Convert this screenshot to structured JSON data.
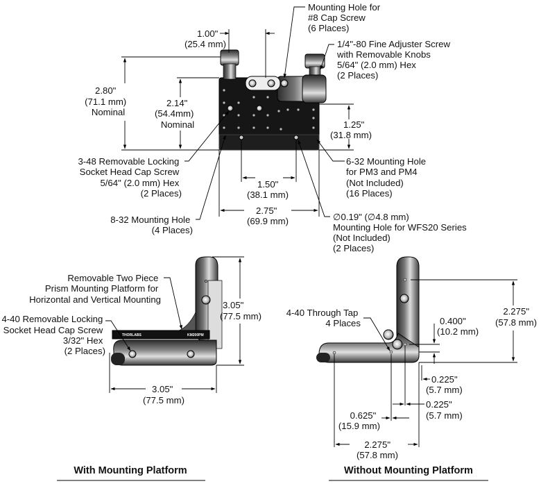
{
  "top_view": {
    "callout_cap_screw": [
      "Mounting Hole for",
      "#8 Cap Screw",
      "(6 Places)"
    ],
    "callout_adjuster": [
      "1/4\"-80 Fine Adjuster Screw",
      "with Removable Knobs",
      "5/64\" (2.0 mm) Hex",
      "(2 Places)"
    ],
    "dim_1_00": [
      "1.00\"",
      "(25.4 mm)"
    ],
    "dim_2_80": [
      "2.80\"",
      "(71.1 mm)",
      "Nominal"
    ],
    "dim_2_14": [
      "2.14\"",
      "(54.4mm)",
      "Nominal"
    ],
    "dim_1_25": [
      "1.25\"",
      "(31.8 mm)"
    ],
    "callout_locking_screw": [
      "3-48 Removable Locking",
      "Socket Head Cap Screw",
      "5/64\" (2.0 mm) Hex",
      "(2 Places)"
    ],
    "callout_6_32": [
      "6-32 Mounting Hole",
      "for PM3 and PM4",
      "(Not Included)",
      "(16 Places)"
    ],
    "dim_1_50": [
      "1.50\"",
      "(38.1 mm)"
    ],
    "callout_8_32": [
      "8-32 Mounting Hole",
      "(4 Places)"
    ],
    "dim_2_75": [
      "2.75\"",
      "(69.9 mm)"
    ],
    "callout_wfs20": [
      "∅0.19\" (∅4.8 mm)",
      "Mounting Hole for WFS20 Series",
      "(Not Included)",
      "(2 Places)"
    ]
  },
  "left_view": {
    "callout_platform": [
      "Removable Two Piece",
      "Prism Mounting Platform for",
      "Horizontal and Vertical Mounting"
    ],
    "callout_4_40_locking": [
      "4-40 Removable Locking",
      "Socket Head Cap Screw",
      "3/32\" Hex",
      "(2 Places)"
    ],
    "dim_height": [
      "3.05\"",
      "(77.5 mm)"
    ],
    "dim_width": [
      "3.05\"",
      "(77.5 mm)"
    ],
    "brand_left": "THORLABS",
    "brand_right": "KM200PM",
    "caption": "With Mounting Platform"
  },
  "right_view": {
    "callout_through_tap": [
      "4-40 Through Tap",
      "4 Places"
    ],
    "dim_0_400": [
      "0.400\"",
      "(10.2 mm)"
    ],
    "dim_2_275_v": [
      "2.275\"",
      "(57.8 mm)"
    ],
    "dim_0_225_a": [
      "0.225\"",
      "(5.7 mm)"
    ],
    "dim_0_225_b": [
      "0.225\"",
      "(5.7 mm)"
    ],
    "dim_0_625": [
      "0.625\"",
      "(15.9 mm)"
    ],
    "dim_2_275_h": [
      "2.275\"",
      "(57.8 mm)"
    ],
    "caption": "Without Mounting Platform"
  }
}
